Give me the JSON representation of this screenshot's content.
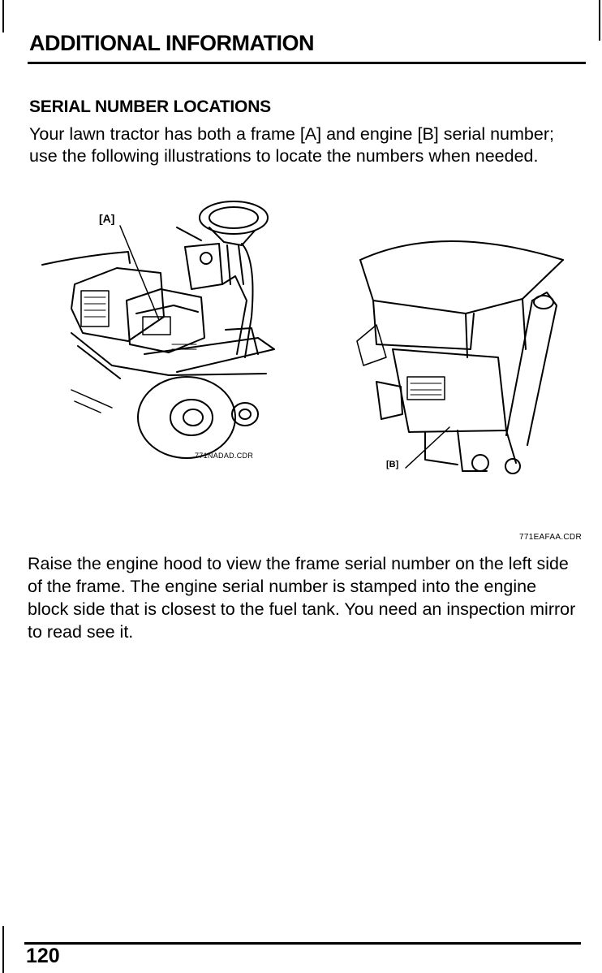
{
  "page": {
    "heading": "ADDITIONAL INFORMATION",
    "section_title": "SERIAL NUMBER LOCATIONS",
    "intro": "Your lawn tractor has both a frame [A] and engine [B] serial number; use the following illustrations to locate the numbers when needed.",
    "body": "Raise the engine hood to view the frame serial number on the left side of the frame. The engine serial number is stamped into the engine block side that is closest to the fuel tank. You need an inspection mirror to read see it.",
    "page_number": "120"
  },
  "figures": {
    "frame": {
      "label": "[A]",
      "code": "771NADAD.CDR"
    },
    "engine": {
      "label": "[B]",
      "code": "771EAFAA.CDR"
    }
  }
}
